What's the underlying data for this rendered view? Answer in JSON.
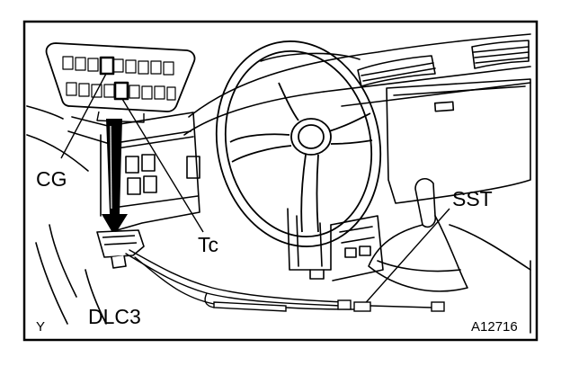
{
  "labels": {
    "cg": "CG",
    "tc": "Tc",
    "sst": "SST",
    "dlc3": "DLC3",
    "corner": "Y",
    "figure_id": "A12716"
  },
  "colors": {
    "ink": "#000000",
    "paper": "#ffffff"
  }
}
